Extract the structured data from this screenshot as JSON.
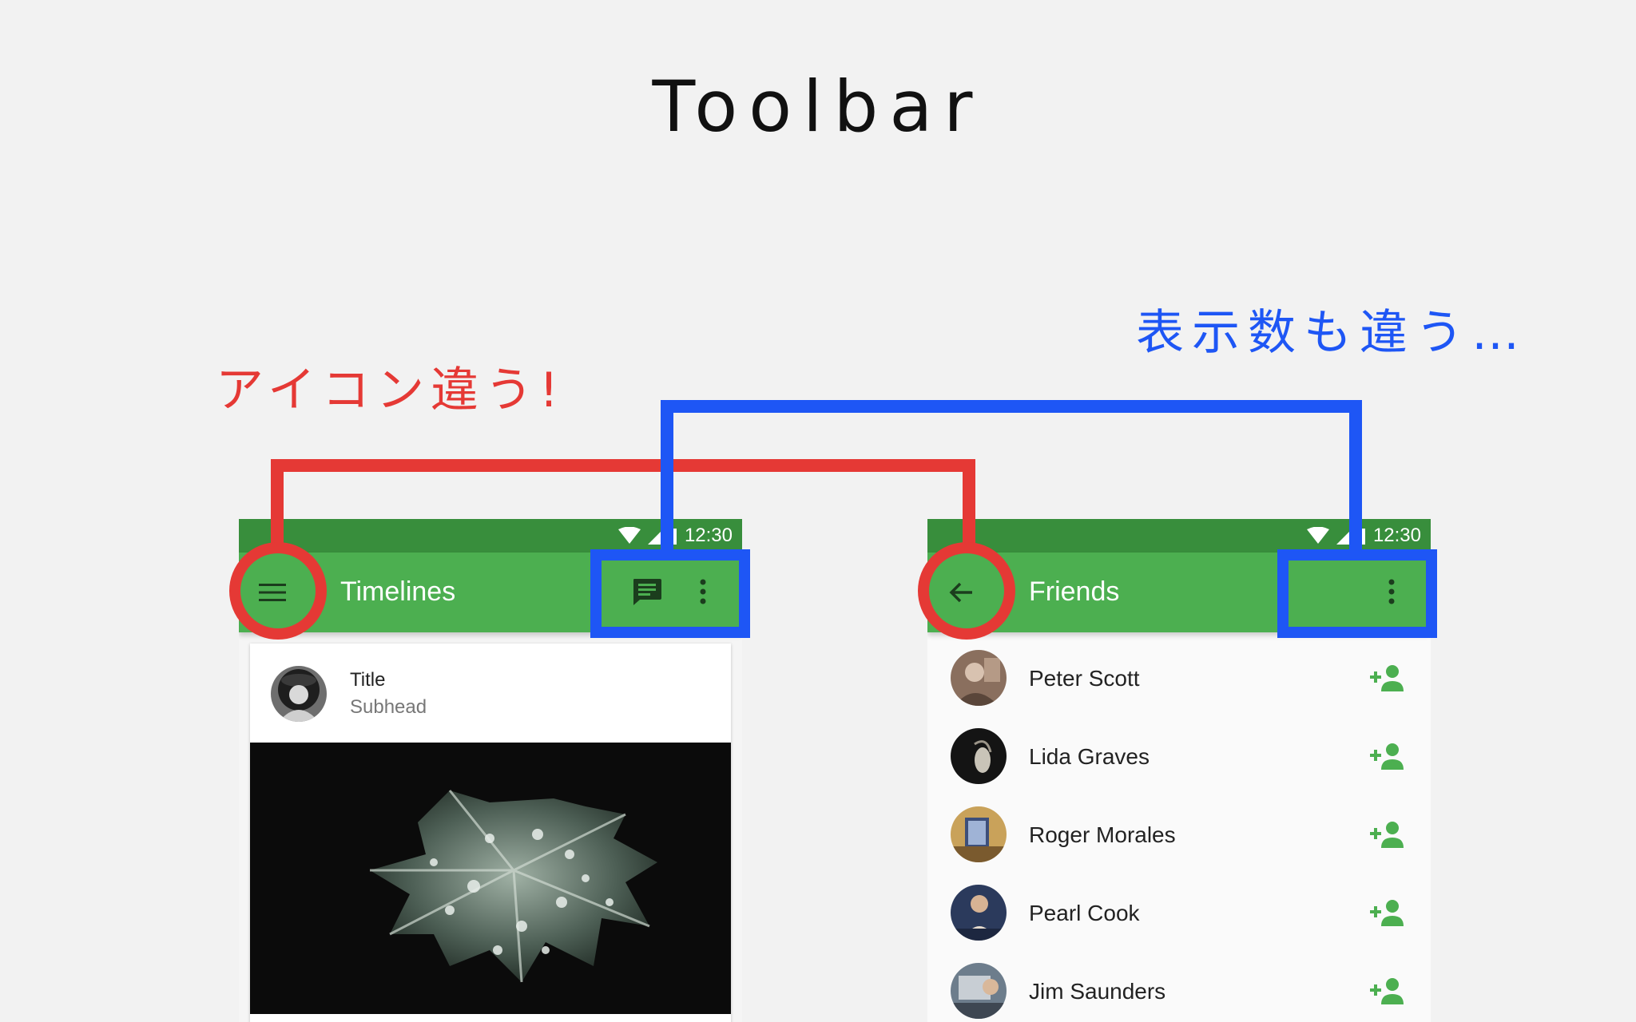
{
  "slide": {
    "title": "Toolbar",
    "annotation_red": "アイコン違う!",
    "annotation_blue": "表示数も違う…"
  },
  "left_screen": {
    "status_time": "12:30",
    "title": "Timelines",
    "card_title": "Title",
    "card_subhead": "Subhead"
  },
  "right_screen": {
    "status_time": "12:30",
    "title": "Friends",
    "friends": [
      {
        "name": "Peter Scott"
      },
      {
        "name": "Lida Graves"
      },
      {
        "name": "Roger Morales"
      },
      {
        "name": "Pearl Cook"
      },
      {
        "name": "Jim Saunders"
      }
    ]
  },
  "colors": {
    "primary": "#4caf50",
    "primary_dark": "#388e3c",
    "annotation_red": "#e53935",
    "annotation_blue": "#1e56f5"
  },
  "icons": {
    "left_nav": "menu-icon",
    "left_actions": [
      "chat-icon",
      "more-vert-icon"
    ],
    "right_nav": "arrow-back-icon",
    "right_actions": [
      "more-vert-icon"
    ],
    "row_action": "person-add-icon"
  }
}
